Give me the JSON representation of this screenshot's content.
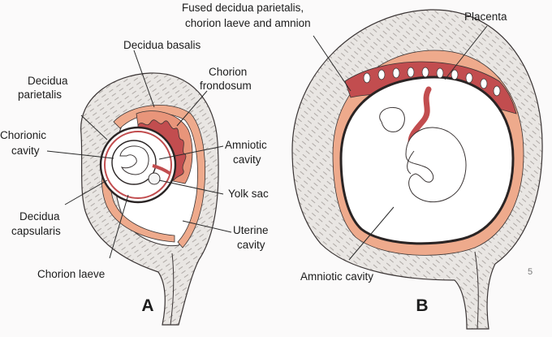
{
  "panels": {
    "a": "A",
    "b": "B"
  },
  "labels": {
    "decidua_basalis": "Decidua basalis",
    "decidua_parietalis_l1": "Decidua",
    "decidua_parietalis_l2": "parietalis",
    "chorion_frondosum_l1": "Chorion",
    "chorion_frondosum_l2": "frondosum",
    "chorionic_cavity_l1": "Chorionic",
    "chorionic_cavity_l2": "cavity",
    "amniotic_cavity_a_l1": "Amniotic",
    "amniotic_cavity_a_l2": "cavity",
    "yolk_sac": "Yolk sac",
    "decidua_capsularis_l1": "Decidua",
    "decidua_capsularis_l2": "capsularis",
    "uterine_cavity_l1": "Uterine",
    "uterine_cavity_l2": "cavity",
    "chorion_laeve": "Chorion laeve",
    "fused_l1": "Fused decidua parietalis,",
    "fused_l2": "chorion laeve and amnion",
    "placenta": "Placenta",
    "amniotic_cavity_b": "Amniotic cavity",
    "corner_mark": "5"
  },
  "colors": {
    "decidua": "#eeaa8c",
    "chorion": "#c24d4f",
    "myometrium": "#e9e6e3",
    "hatch": "#a09a96",
    "outline": "#3a3434"
  }
}
